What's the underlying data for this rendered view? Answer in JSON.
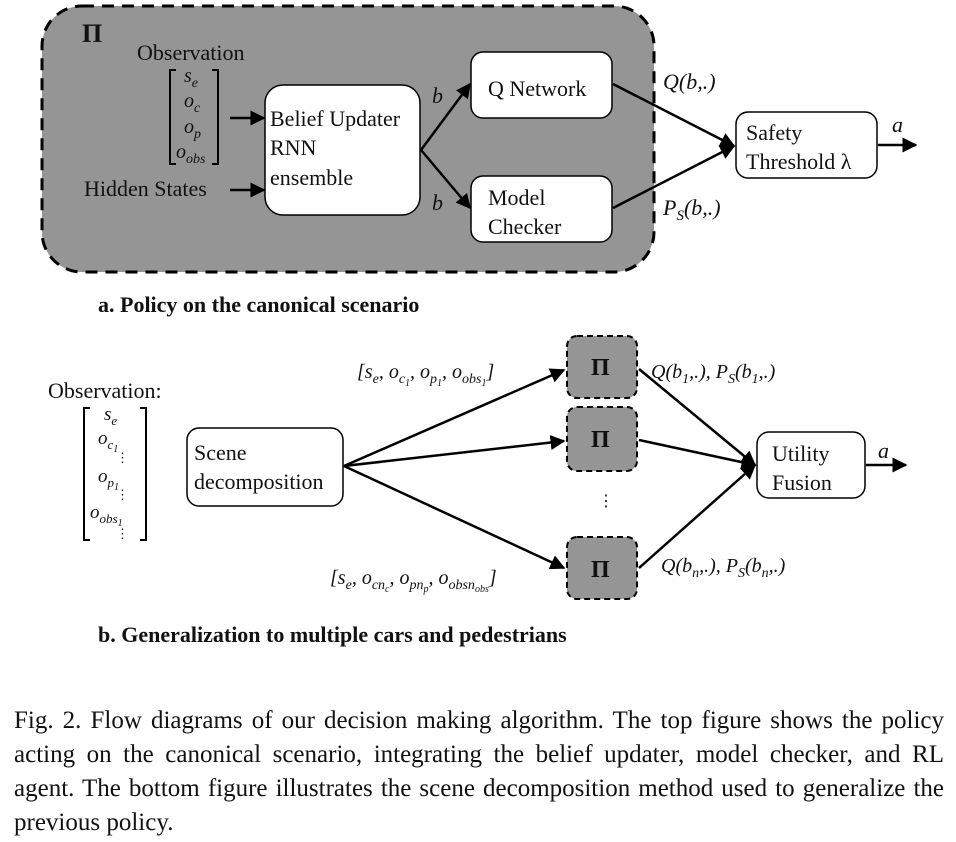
{
  "top": {
    "pi_label": "Π",
    "observation_label": "Observation",
    "obs_vector": [
      "s",
      "o",
      "o",
      "o"
    ],
    "obs_subs": [
      "e",
      "c",
      "p",
      "obs"
    ],
    "hidden_states_label": "Hidden States",
    "belief_updater_lines": [
      "Belief Updater",
      "RNN",
      "ensemble"
    ],
    "b_label": "b",
    "q_network_label": "Q Network",
    "model_checker_lines": [
      "Model",
      "Checker"
    ],
    "q_output": "Q(b,.)",
    "ps_output": [
      "P",
      "S",
      "(b,.)"
    ],
    "safety_lines": [
      "Safety",
      "Threshold λ"
    ],
    "a_label": "a",
    "caption": "a. Policy on the canonical scenario"
  },
  "bottom": {
    "observation_label": "Observation:",
    "obs_vector": [
      "s",
      "o",
      "⋮",
      "o",
      "⋮",
      "o",
      "⋮"
    ],
    "scene_decomp_lines": [
      "Scene",
      "decomposition"
    ],
    "pi_label": "Π",
    "input_top": "[s_e, o_c1, o_p1, o_obs1]",
    "input_bottom": "[s_e, o_cnc, o_pnp, o_obs_nobs]",
    "dots": "⋮",
    "output_top": "Q(b1,.), PS(b1,.)",
    "output_bottom": "Q(bn,.), PS(bn,.)",
    "utility_lines": [
      "Utility",
      "Fusion"
    ],
    "a_label": "a",
    "caption": "b. Generalization to multiple cars and pedestrians"
  },
  "figure_caption": "Fig. 2.   Flow diagrams of our decision making algorithm. The top figure shows the policy acting on the canonical scenario, integrating the belief updater, model checker, and RL agent. The bottom figure illustrates the scene decomposition method used to generalize the previous policy."
}
